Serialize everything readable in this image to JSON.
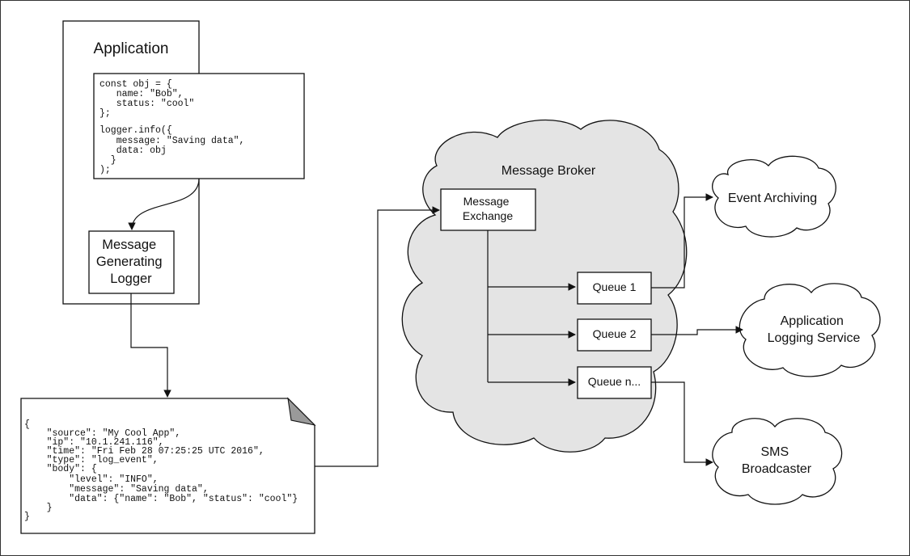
{
  "application": {
    "title": "Application",
    "code_lines": [
      "const obj = {",
      "   name: \"Bob\",",
      "   status: \"cool\"",
      "};",
      "",
      "logger.info({",
      "   message: \"Saving data\",",
      "   data: obj",
      "  }",
      ");"
    ]
  },
  "logger": {
    "lines": [
      "Message",
      "Generating",
      "Logger"
    ]
  },
  "json_document": {
    "lines": [
      "{",
      "    \"source\": \"My Cool App\",",
      "    \"ip\": \"10.1.241.116\",",
      "    \"time\": \"Fri Feb 28 07:25:25 UTC 2016\",",
      "    \"type\": \"log_event\",",
      "    \"body\": {",
      "        \"level\": \"INFO\",",
      "        \"message\": \"Saving data\",",
      "        \"data\": {\"name\": \"Bob\", \"status\": \"cool\"}",
      "    }",
      "}"
    ]
  },
  "broker": {
    "title": "Message Broker",
    "exchange_lines": [
      "Message",
      "Exchange"
    ],
    "queues": [
      "Queue 1",
      "Queue 2",
      "Queue n..."
    ]
  },
  "consumers": {
    "event_archiving": [
      "Event Archiving"
    ],
    "app_logging": [
      "Application",
      "Logging Service"
    ],
    "sms": [
      "SMS",
      "Broadcaster"
    ]
  },
  "colors": {
    "cloud_fill": "#e4e4e4",
    "line": "#111111",
    "page_border": "#333333"
  }
}
